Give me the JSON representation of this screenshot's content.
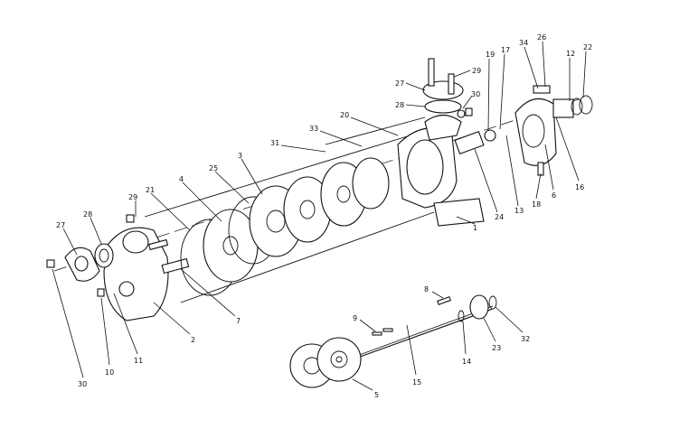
{
  "figure": {
    "type": "exploded parts diagram",
    "callouts": {
      "c26": "26",
      "c34": "34",
      "c12": "12",
      "c22": "22",
      "c17": "17",
      "c19": "19",
      "c29_top": "29",
      "c27_top": "27",
      "c30_top": "30",
      "c28_top": "28",
      "c20": "20",
      "c33": "33",
      "c31": "31",
      "c3": "3",
      "c25": "25",
      "c4": "4",
      "c21": "21",
      "c29_left": "29",
      "c28_left": "28",
      "c27_left": "27",
      "c30_left": "30",
      "c10": "10",
      "c11": "11",
      "c2": "2",
      "c7": "7",
      "c1": "1",
      "c24": "24",
      "c13": "13",
      "c18": "18",
      "c6": "6",
      "c16": "16",
      "c8": "8",
      "c9": "9",
      "c14": "14",
      "c23": "23",
      "c32": "32",
      "c15": "15",
      "c5": "5"
    }
  }
}
